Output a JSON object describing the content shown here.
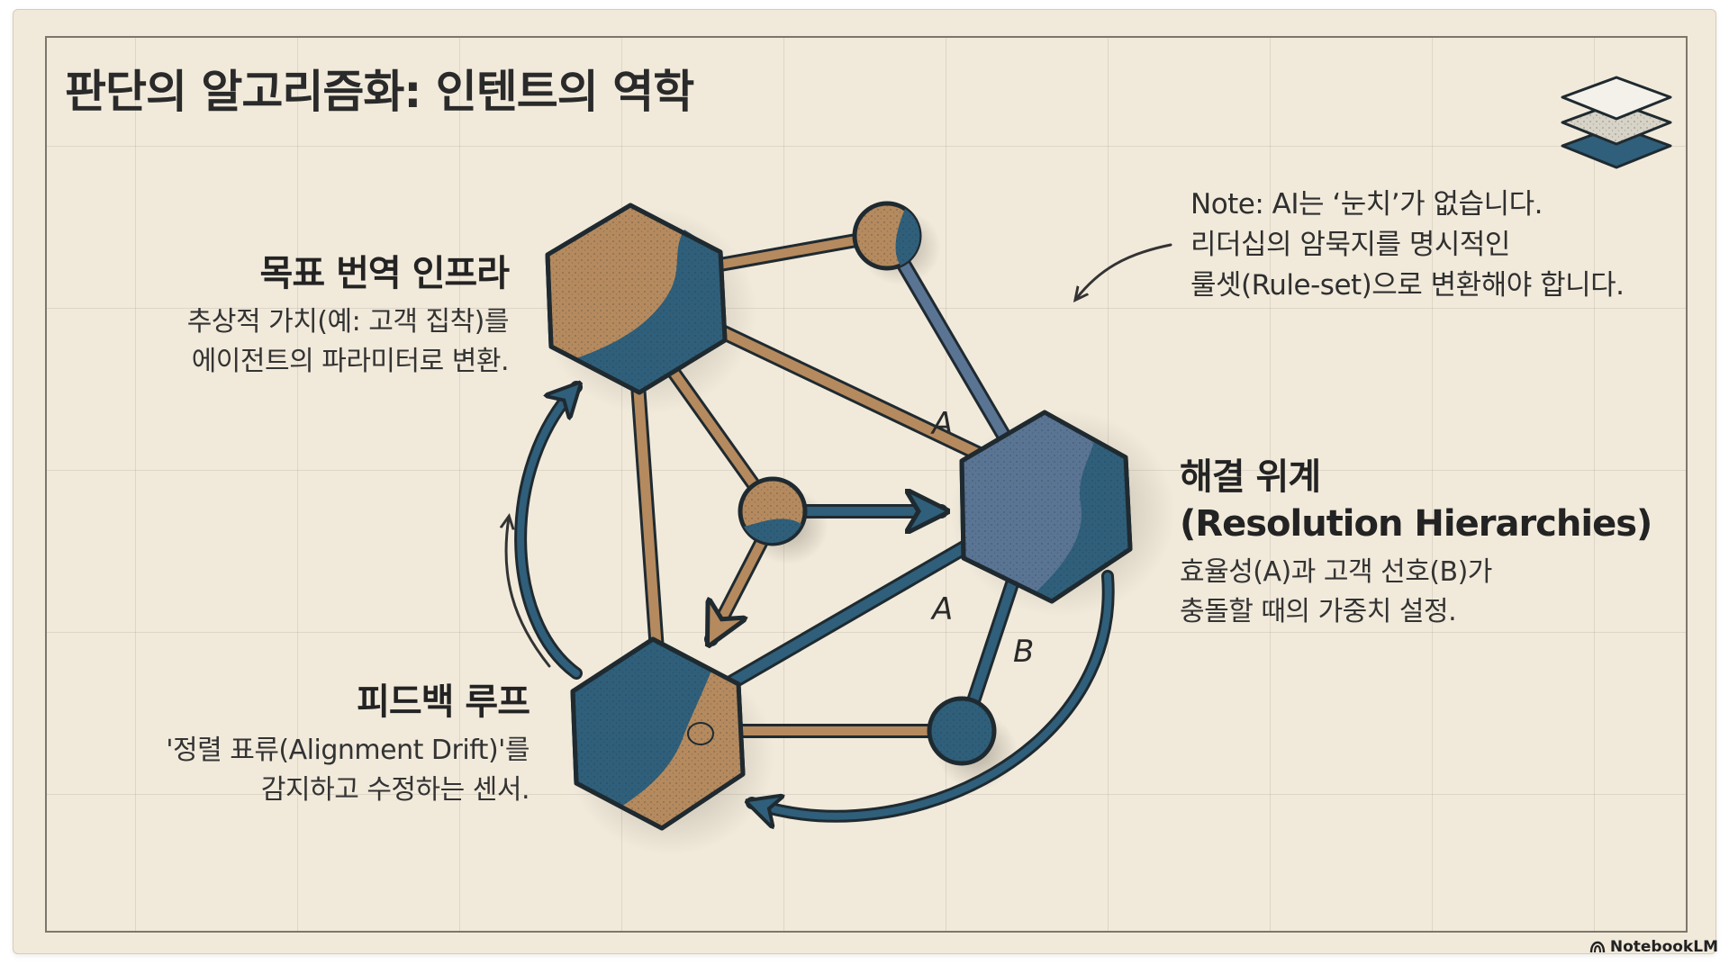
{
  "title": "판단의 알고리즘화: 인텐트의 역학",
  "goal_block": {
    "heading": "목표 번역 인프라",
    "lines": [
      "추상적 가치(예: 고객 집착)를",
      "에이전트의 파라미터로 변환."
    ]
  },
  "resolution_block": {
    "heading_line1": "해결 위계",
    "heading_line2": "(Resolution Hierarchies)",
    "lines": [
      "효율성(A)과 고객 선호(B)가",
      "충돌할 때의 가중치 설정."
    ]
  },
  "feedback_block": {
    "heading": "피드백 루프",
    "lines": [
      "'정렬 표류(Alignment Drift)'를",
      "감지하고 수정하는 센서."
    ]
  },
  "note": {
    "lines": [
      "Note: AI는 ‘눈치’가 없습니다.",
      "리더십의 암묵지를 명시적인",
      "룰셋(Rule-set)으로 변환해야 합니다."
    ]
  },
  "edge_labels": {
    "upper_a": "A",
    "lower_a": "A",
    "b": "B"
  },
  "watermark": "NotebookLM",
  "icons": {
    "layers": "layers-icon",
    "watermark": "notebooklm-logo-icon"
  },
  "colors": {
    "background": "#f1eadb",
    "blue": "#2f5f7a",
    "slate_blue": "#5a7494",
    "tan": "#b58a5e",
    "outline": "#2b2d2e"
  }
}
